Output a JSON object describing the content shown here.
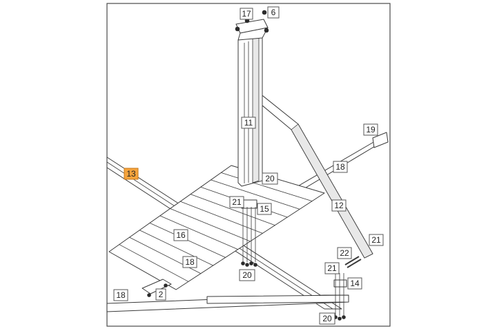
{
  "diagram": {
    "part_labels": {
      "p17": "17",
      "p6": "6",
      "p11": "11",
      "p19": "19",
      "p13": "13",
      "p18a": "18",
      "p20a": "20",
      "p21a": "21",
      "p15": "15",
      "p12": "12",
      "p16": "16",
      "p21b": "21",
      "p22": "22",
      "p18b": "18",
      "p21c": "21",
      "p14": "14",
      "p20b": "20",
      "p18c": "18",
      "p2": "2",
      "p20c": "20"
    },
    "highlight_color": "#f5a33c"
  }
}
